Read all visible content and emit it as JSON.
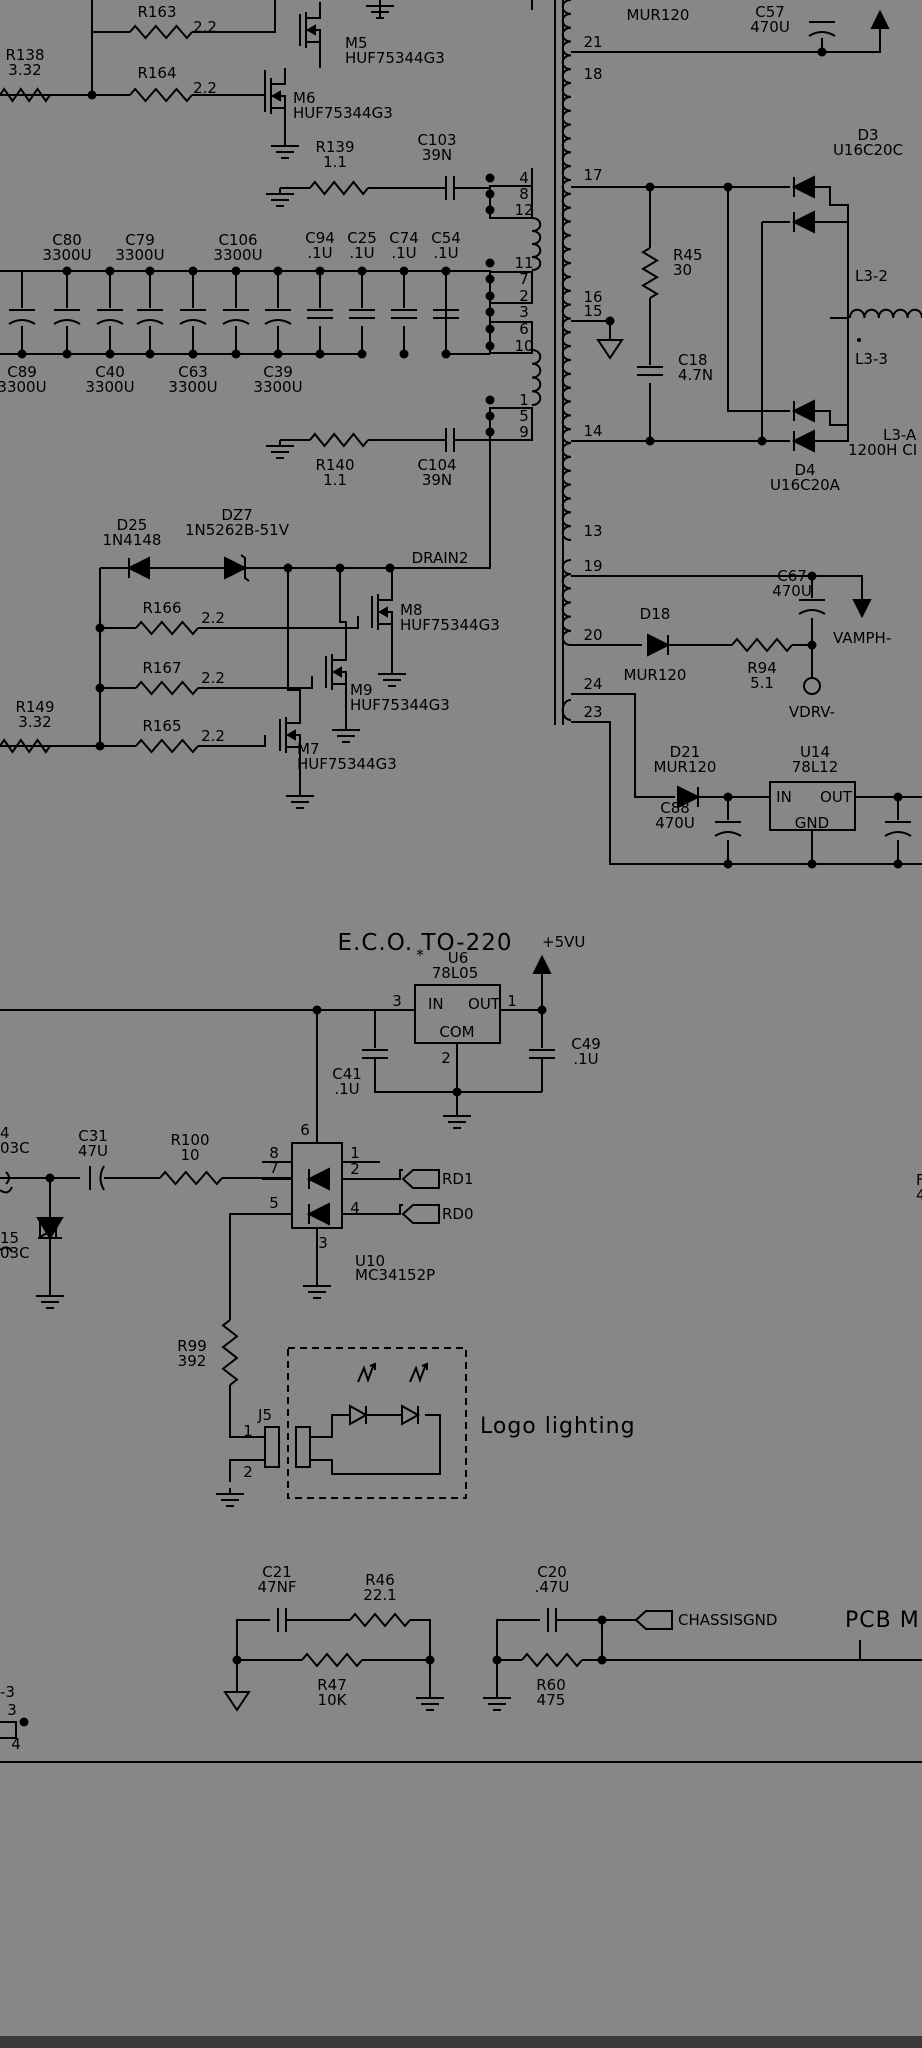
{
  "labels": {
    "r163": [
      "R163",
      "2.2"
    ],
    "r164": [
      "R164",
      "2.2"
    ],
    "r138": [
      "R138",
      "3.32"
    ],
    "m5": [
      "M5",
      "HUF75344G3"
    ],
    "m6": [
      "M6",
      "HUF75344G3"
    ],
    "r139": [
      "R139",
      "1.1"
    ],
    "c103": [
      "C103",
      "39N"
    ],
    "c80": [
      "C80",
      "3300U"
    ],
    "c79": [
      "C79",
      "3300U"
    ],
    "c106": [
      "C106",
      "3300U"
    ],
    "c94": [
      "C94",
      ".1U"
    ],
    "c25": [
      "C25",
      ".1U"
    ],
    "c74": [
      "C74",
      ".1U"
    ],
    "c54": [
      "C54",
      ".1U"
    ],
    "c89": [
      "C89",
      "3300U"
    ],
    "c40": [
      "C40",
      "3300U"
    ],
    "c63": [
      "C63",
      "3300U"
    ],
    "c39": [
      "C39",
      "3300U"
    ],
    "r140": [
      "R140",
      "1.1"
    ],
    "c104": [
      "C104",
      "39N"
    ],
    "d25": [
      "D25",
      "1N4148"
    ],
    "dz7": [
      "DZ7",
      "1N5262B-51V"
    ],
    "drain2": "DRAIN2",
    "r166": [
      "R166",
      "2.2"
    ],
    "r167": [
      "R167",
      "2.2"
    ],
    "r165": [
      "R165",
      "2.2"
    ],
    "r149": [
      "R149",
      "3.32"
    ],
    "m8": [
      "M8",
      "HUF75344G3"
    ],
    "m9": [
      "M9",
      "HUF75344G3"
    ],
    "m7": [
      "M7",
      "HUF75344G3"
    ],
    "mur120_top": "MUR120",
    "c57": [
      "C57",
      "470U"
    ],
    "d3": [
      "D3",
      "U16C20C"
    ],
    "r45": [
      "R45",
      "30"
    ],
    "c18": [
      "C18",
      "4.7N"
    ],
    "l32": "L3-2",
    "l33": "L3-3",
    "l3a": [
      "L3-A",
      "1200H CI"
    ],
    "d4": [
      "D4",
      "U16C20A"
    ],
    "d18": [
      "D18",
      "MUR120"
    ],
    "c67": [
      "C67",
      "470U"
    ],
    "vamph": "VAMPH-",
    "r94": [
      "R94",
      "5.1"
    ],
    "vdrv": "VDRV-",
    "d21": [
      "D21",
      "MUR120"
    ],
    "u14": [
      "U14",
      "78L12"
    ],
    "c88": [
      "C88",
      "470U"
    ],
    "u14_pins": [
      "IN",
      "OUT",
      "GND"
    ],
    "eco": "E.C.O. TO-220",
    "plus5vu": "+5VU",
    "u6": [
      "*",
      "U6",
      "78L05"
    ],
    "u6_pins": [
      "IN",
      "OUT",
      "COM"
    ],
    "c41": [
      "C41",
      ".1U"
    ],
    "c49": [
      "C49",
      ".1U"
    ],
    "c31": [
      "C31",
      "47U"
    ],
    "r100": [
      "R100",
      "10"
    ],
    "u10": [
      "U10",
      "MC34152P"
    ],
    "rd1": "RD1",
    "rd0": "RD0",
    "left_frag1": [
      "4",
      "03C"
    ],
    "left_frag2": [
      "15",
      "03C"
    ],
    "r99": [
      "R99",
      "392"
    ],
    "j5": "J5",
    "logo": "Logo lighting",
    "c21": [
      "C21",
      "47NF"
    ],
    "r46": [
      "R46",
      "22.1"
    ],
    "r47": [
      "R47",
      "10K"
    ],
    "c20": [
      "C20",
      ".47U"
    ],
    "r60": [
      "R60",
      "475"
    ],
    "chassis": "CHASSISGND",
    "pcb": "PCB M",
    "right_frag": [
      "F",
      "4"
    ],
    "bl_frag": [
      "-3",
      "3",
      "4"
    ]
  },
  "pins": {
    "t_upper": [
      "4",
      "8",
      "12",
      "11",
      "7",
      "2",
      "3",
      "6",
      "10",
      "1",
      "5",
      "9"
    ],
    "t_right": [
      "21",
      "18",
      "17",
      "16",
      "15",
      "14",
      "13",
      "19",
      "20",
      "24",
      "23"
    ],
    "u6": [
      "3",
      "1",
      "2"
    ],
    "u10": [
      "6",
      "8",
      "7",
      "5",
      "1",
      "2",
      "4",
      "3"
    ],
    "j5": [
      "1",
      "2"
    ]
  },
  "colors": {
    "background": "#878787",
    "ink": "#000000",
    "bottom_bar": "#3a3a3c"
  }
}
